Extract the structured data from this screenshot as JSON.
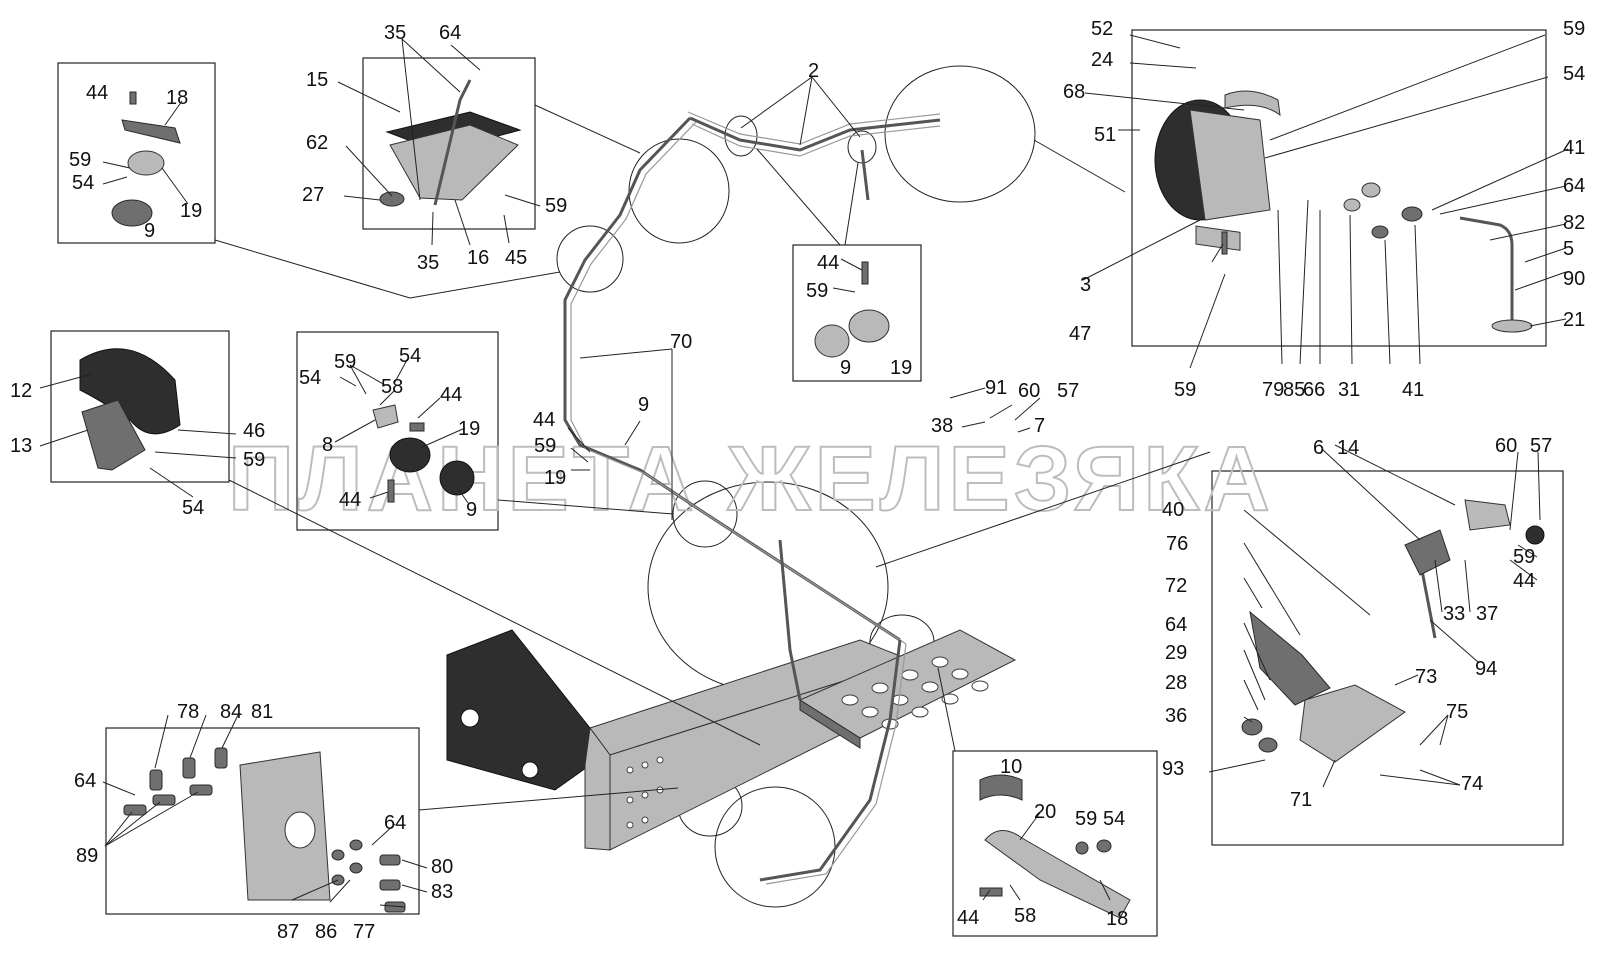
{
  "watermark": "ПЛАНЕТА ЖЕЛЕЗЯКА",
  "labels": [
    "44",
    "18",
    "59",
    "54",
    "19",
    "9",
    "35",
    "64",
    "15",
    "62",
    "27",
    "59",
    "35",
    "16",
    "45",
    "2",
    "52",
    "24",
    "68",
    "51",
    "59",
    "54",
    "41",
    "64",
    "82",
    "5",
    "90",
    "21",
    "3",
    "47",
    "59",
    "79",
    "85",
    "66",
    "31",
    "41",
    "44",
    "59",
    "9",
    "19",
    "70",
    "44",
    "59",
    "19",
    "9",
    "12",
    "13",
    "46",
    "59",
    "54",
    "59",
    "54",
    "54",
    "58",
    "44",
    "8",
    "19",
    "44",
    "9",
    "91",
    "60",
    "57",
    "38",
    "7",
    "6",
    "14",
    "60",
    "57",
    "40",
    "76",
    "72",
    "64",
    "29",
    "28",
    "36",
    "93",
    "59",
    "44",
    "33",
    "37",
    "94",
    "73",
    "75",
    "74",
    "71",
    "78",
    "84",
    "81",
    "64",
    "89",
    "64",
    "80",
    "83",
    "77",
    "87",
    "86",
    "10",
    "20",
    "59",
    "54",
    "44",
    "58",
    "18"
  ]
}
